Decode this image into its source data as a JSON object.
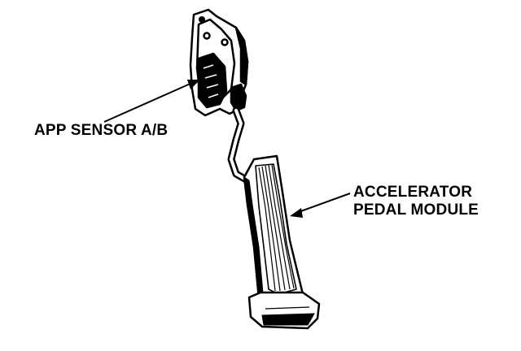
{
  "labels": {
    "app_sensor": "APP SENSOR A/B",
    "accelerator_line1": "ACCELERATOR",
    "accelerator_line2": "PEDAL MODULE"
  },
  "colors": {
    "ink": "#000000",
    "paper": "#ffffff"
  }
}
